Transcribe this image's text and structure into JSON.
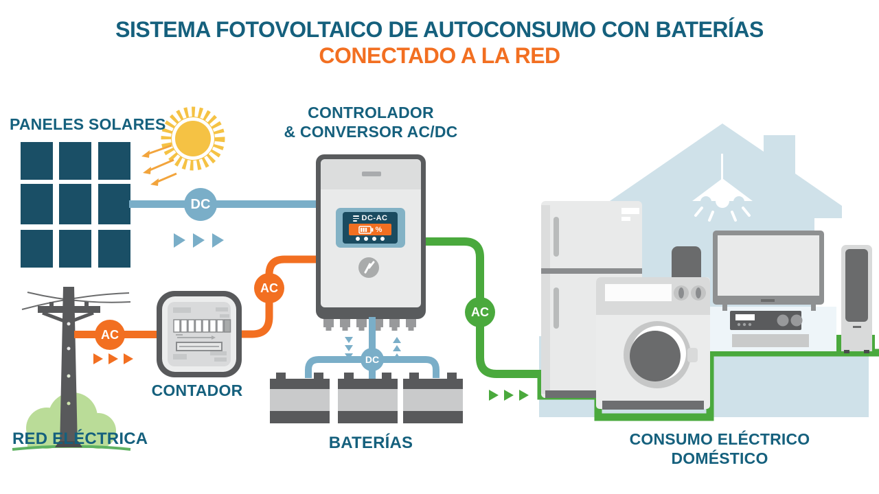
{
  "title": {
    "part1": "SISTEMA FOTOVOLTAICO DE AUTOCONSUMO CON",
    "part2": "BATERÍAS",
    "line2": "CONECTADO A LA RED"
  },
  "labels": {
    "solar_panels": "PANELES SOLARES",
    "controller_l1": "CONTROLADOR",
    "controller_l2": "& CONVERSOR AC/DC",
    "grid": "RED ELÉCTRICA",
    "meter": "CONTADOR",
    "batteries": "BATERÍAS",
    "consumption_l1": "CONSUMO ELÉCTRICO",
    "consumption_l2": "DOMÉSTICO"
  },
  "badges": {
    "dc_main": "DC",
    "ac_grid": "AC",
    "ac_meter": "AC",
    "ac_house": "AC",
    "dc_battery": "DC"
  },
  "display": {
    "mode": "DC-AC",
    "percent": "%"
  },
  "icons": {
    "sun": "sun-icon",
    "lamp": "pendant-lamp-icon",
    "battery": "battery-level-icon",
    "bolt": "lightning-bolt-icon",
    "menu": "hamburger-icon",
    "flow_arrows": "triangle-flow-arrows"
  },
  "colors": {
    "teal_text": "#15607d",
    "orange": "#f26f21",
    "dc_blue": "#7aaec8",
    "panel_blue": "#1a4f66",
    "green": "#4aa93d",
    "sun_yellow": "#f5c244",
    "house_blue": "#cfe1e9",
    "device_gray": "#58595b"
  }
}
